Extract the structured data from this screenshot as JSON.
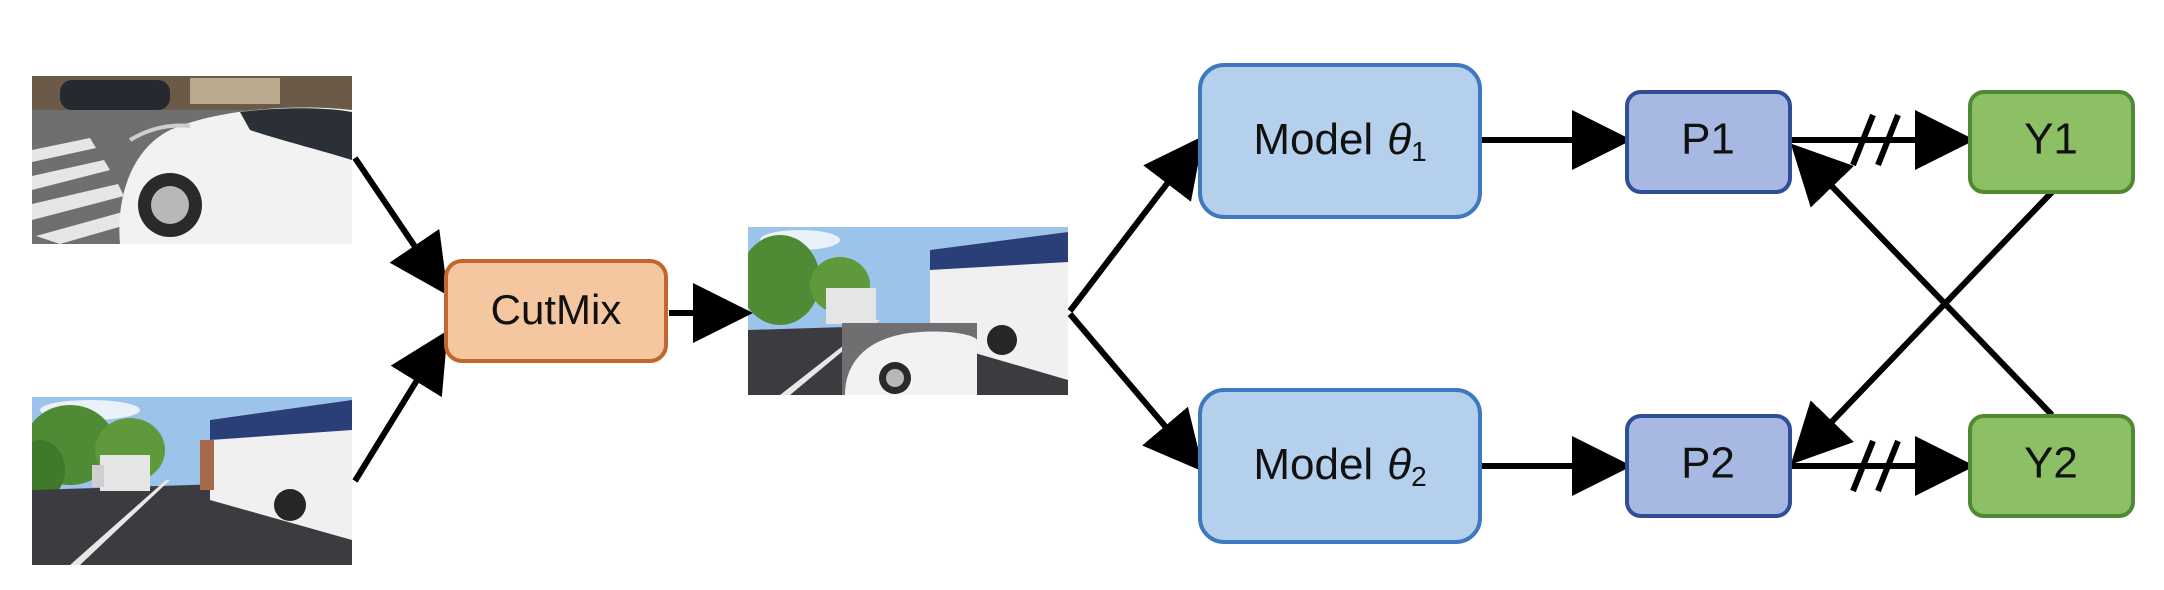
{
  "nodes": {
    "cutmix": {
      "label": "CutMix",
      "fill": "#F4C7A1",
      "stroke": "#C0672C"
    },
    "model1": {
      "label": "Model",
      "theta": "θ",
      "sub": "1",
      "fill": "#B5D0EC",
      "stroke": "#3E78BE"
    },
    "model2": {
      "label": "Model",
      "theta": "θ",
      "sub": "2",
      "fill": "#B5D0EC",
      "stroke": "#3E78BE"
    },
    "p1": {
      "label": "P1",
      "fill": "#A7B8E3",
      "stroke": "#2E4E96"
    },
    "p2": {
      "label": "P2",
      "fill": "#A7B8E3",
      "stroke": "#2E4E96"
    },
    "y1": {
      "label": "Y1",
      "fill": "#8DBF64",
      "stroke": "#4E8A33"
    },
    "y2": {
      "label": "Y2",
      "fill": "#8DBF64",
      "stroke": "#4E8A33"
    }
  },
  "images": {
    "input_a": "street photo: white car close-up at crosswalk",
    "input_b": "street photo: white bus and truck on tree-lined road",
    "mixed": "cutmix result: bus street scene with pasted car patch"
  },
  "colors": {
    "arrow": "#000000",
    "sky": "#9CC3EA",
    "tree": "#4F8A35",
    "road": "#3C3C40"
  }
}
